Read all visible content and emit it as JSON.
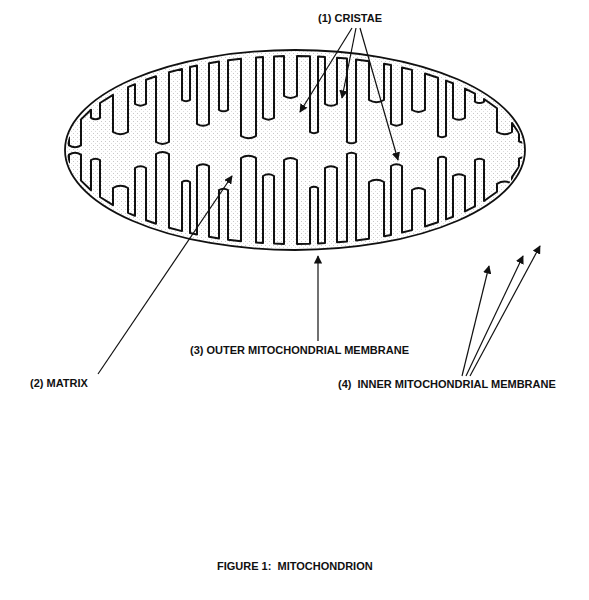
{
  "diagram": {
    "caption": "FIGURE 1:  MITOCHONDRION",
    "labels": [
      "(1) CRISTAE",
      "(2) MATRIX",
      "(3) OUTER MITOCHONDRIAL MEMBRANE",
      "(4)  INNER MITOCHONDRIAL MEMBRANE"
    ]
  }
}
